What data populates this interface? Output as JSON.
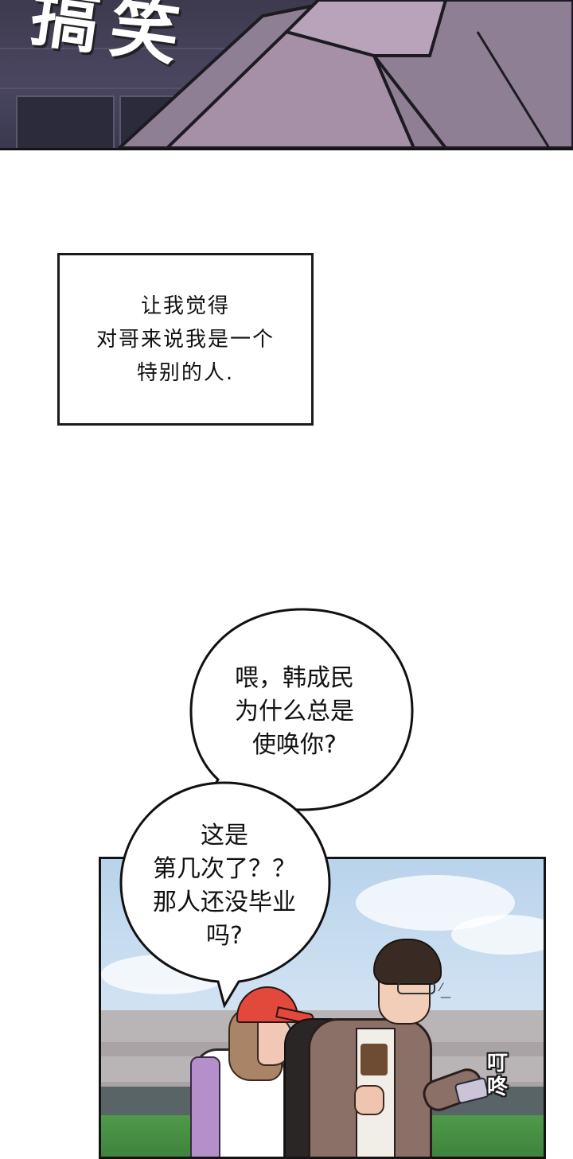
{
  "top_panel": {
    "sfx_text": "搞笑"
  },
  "caption": {
    "lines": [
      "让我觉得",
      "对哥来说我是一个",
      "特别的人."
    ]
  },
  "bubble_1": {
    "lines": [
      "喂，韩成民",
      "为什么总是",
      "使唤你?"
    ]
  },
  "bubble_2": {
    "lines": [
      "这是",
      "第几次了？？",
      "那人还没毕业",
      "吗?"
    ]
  },
  "bottom_panel": {
    "sfx_text": "叮咚"
  }
}
